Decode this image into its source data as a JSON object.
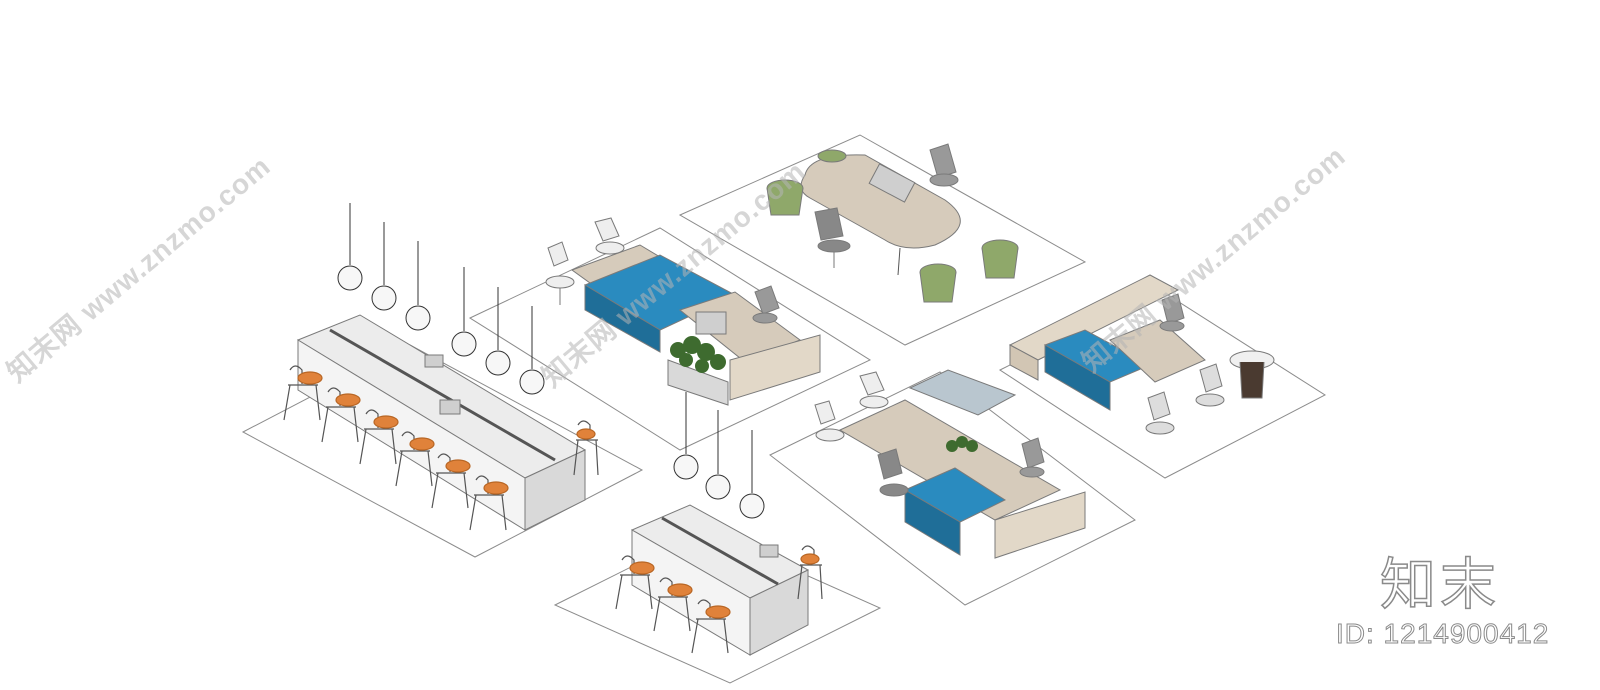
{
  "watermarks": [
    {
      "text": "知末网 www.znzmo.com"
    },
    {
      "text": "知末网 www.znzmo.com"
    },
    {
      "text": "知末网 www.znzmo.com"
    }
  ],
  "brand": {
    "logo_text": "知末",
    "id_text": "ID: 1214900412"
  },
  "colors": {
    "wood": "#d6cbbb",
    "wood_dark": "#b8ab98",
    "white_table": "#ececec",
    "white_side": "#d9d9d9",
    "blue": "#2a8bbf",
    "blue_dark": "#1f6e98",
    "green_pouf": "#8fa86a",
    "orange_seat": "#e0823a",
    "glass": "#b9c6cf",
    "plant": "#3e6b2f",
    "line": "#7a7a7a"
  }
}
